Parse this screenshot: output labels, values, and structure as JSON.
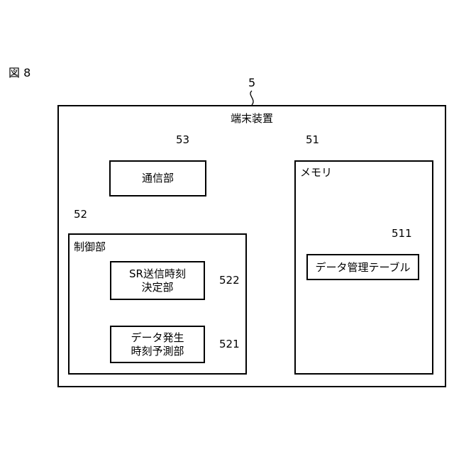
{
  "figure": {
    "label": "図 8"
  },
  "terminal": {
    "ref": "5",
    "title": "端末装置"
  },
  "communication_unit": {
    "ref": "53",
    "label": "通信部"
  },
  "memory": {
    "ref": "51",
    "label": "メモリ"
  },
  "data_table": {
    "ref": "511",
    "label": "データ管理テーブル"
  },
  "control_unit": {
    "ref": "52",
    "label": "制御部"
  },
  "sr_decision": {
    "ref": "522",
    "line1": "SR送信時刻",
    "line2": "決定部"
  },
  "data_prediction": {
    "ref": "521",
    "line1": "データ発生",
    "line2": "時刻予測部"
  }
}
